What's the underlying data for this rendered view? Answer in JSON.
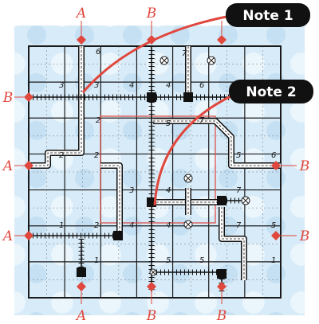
{
  "colors": {
    "accent_red": "#e0473d",
    "grid_line": "#1a1a1a",
    "paper_blue": "#d7ebf8",
    "note_bg": "#111111",
    "note_text": "#ffffff"
  },
  "notes": [
    {
      "id": "note1",
      "text": "Note 1"
    },
    {
      "id": "note2",
      "text": "Note 2"
    }
  ],
  "edge_labels": {
    "top": [
      "A",
      "B"
    ],
    "left": [
      "B",
      "A",
      "A"
    ],
    "right": [
      "B",
      "B"
    ],
    "bottom": [
      "A",
      "B",
      "B"
    ]
  },
  "cell_numbers": [
    "6",
    "7",
    "3",
    "3",
    "4",
    "4",
    "6",
    "2",
    "5",
    "7",
    "2",
    "2",
    "5",
    "6",
    "4",
    "3",
    "4",
    "7",
    "1",
    "2",
    "4",
    "7",
    "5",
    "1",
    "5",
    "5",
    "1"
  ],
  "icons": [
    "crossed-circle-icon",
    "black-square-marker-icon",
    "red-diamond-marker-icon",
    "track-icon"
  ]
}
